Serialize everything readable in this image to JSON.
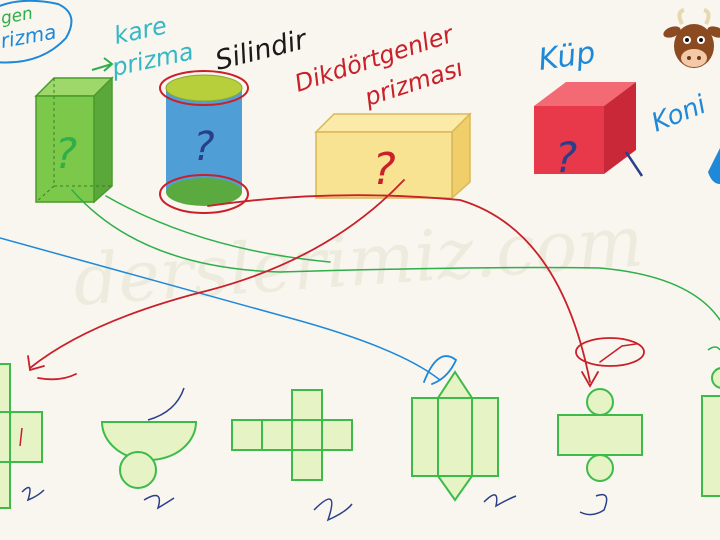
{
  "labels": {
    "top_left_line1": "gen",
    "top_left_line2": "rizma",
    "kare_line1": "kare",
    "kare_line2": "prizma",
    "silindir": "Silindir",
    "dik_line1": "Dikdörtgenler",
    "dik_line2": "prizması",
    "kup": "Küp",
    "koni": "Koni",
    "question_mark": "?",
    "watermark": "derslerimiz.com"
  },
  "colors": {
    "background": "#f8f6ee",
    "net_fill": "#e6f3c4",
    "net_stroke": "#3dbb4a",
    "ink_blue": "#1e88d9",
    "ink_red": "#c9202a",
    "ink_green": "#2fae4a",
    "ink_navy": "#2a3f8a",
    "prism_green": "#7cc84a",
    "cylinder_blue": "#4f9fd6",
    "cylinder_top": "#b6cf3a",
    "box_yellow": "#f8e392",
    "cube_red": "#e8394a"
  },
  "icons": {
    "logo": "cow-head-icon"
  }
}
